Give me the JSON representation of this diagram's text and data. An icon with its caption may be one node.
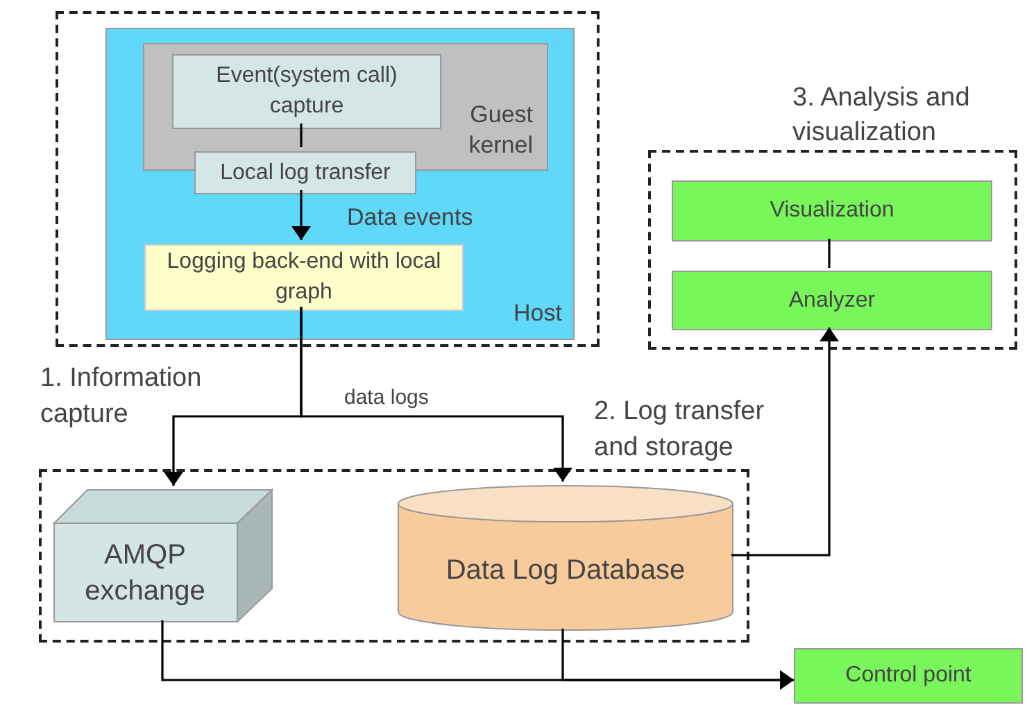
{
  "diagram": {
    "nodes": [
      {
        "text": [
          "1. Information capture"
        ]
      },
      {
        "text": [
          "Host"
        ],
        "in": 0
      },
      {
        "text": [
          "Guest kernel"
        ],
        "in": 1
      },
      {
        "text": [
          "Event(system call) capture"
        ],
        "in": 2
      },
      {
        "text": [
          "Local log transfer"
        ],
        "in": 1
      },
      {
        "text": [
          "Logging back-end with local graph"
        ],
        "in": 1
      },
      {
        "text": [
          "2. Log transfer and storage"
        ]
      },
      {
        "text": [
          "AMQP exchange"
        ],
        "in": 6
      },
      {
        "text": [
          "Data Log Database"
        ],
        "in": 6
      },
      {
        "text": [
          "3. Analysis and visualization"
        ]
      },
      {
        "text": [
          "Visualization"
        ],
        "in": 9
      },
      {
        "text": [
          "Analyzer"
        ],
        "in": 9
      },
      {
        "text": [
          "Control point"
        ]
      }
    ],
    "edges": [
      {
        "from": 3,
        "to": 4,
        "arrow": "none"
      },
      {
        "from": 4,
        "to": 5,
        "arrow": "to",
        "label": "Data events"
      },
      {
        "from": 5,
        "to": 7,
        "arrow": "to"
      },
      {
        "from": 5,
        "to": 8,
        "arrow": "to",
        "label": "data logs"
      },
      {
        "from": 8,
        "to": 11,
        "arrow": "to"
      },
      {
        "from": 10,
        "to": 11,
        "arrow": "none"
      },
      {
        "from": 7,
        "to": 12,
        "arrow": "to"
      },
      {
        "from": 8,
        "to": 12,
        "arrow": "to"
      }
    ]
  }
}
